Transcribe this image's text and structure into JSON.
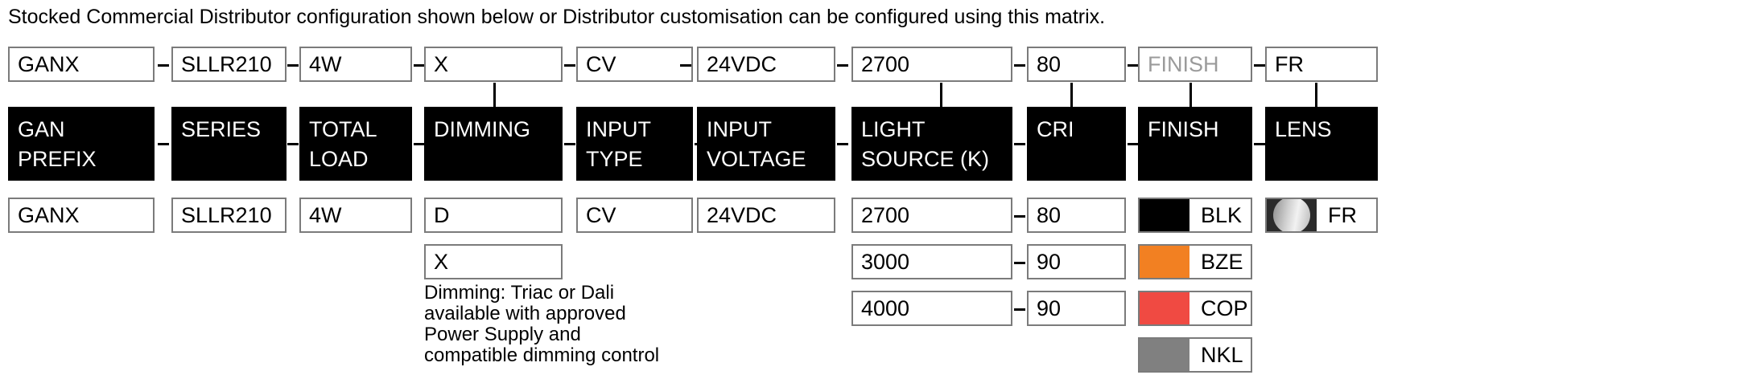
{
  "intro": {
    "text": "Stocked Commercial Distributor configuration shown below or Distributor customisation can be configured using this matrix."
  },
  "separator": {
    "dash": "–"
  },
  "example_row": {
    "name": "stocked-configuration-code",
    "segments": [
      {
        "name": "gan-prefix",
        "value": "GANX",
        "ghost": false
      },
      {
        "name": "series",
        "value": "SLLR210",
        "ghost": false
      },
      {
        "name": "total-load",
        "value": "4W",
        "ghost": false
      },
      {
        "name": "dimming",
        "value": "X",
        "ghost": false
      },
      {
        "name": "input-type",
        "value": "CV",
        "ghost": false
      },
      {
        "name": "input-voltage",
        "value": "24VDC",
        "ghost": false
      },
      {
        "name": "light-source",
        "value": "2700",
        "ghost": false
      },
      {
        "name": "cri",
        "value": "80",
        "ghost": false
      },
      {
        "name": "finish",
        "value": "FINISH",
        "ghost": true
      },
      {
        "name": "lens",
        "value": "FR",
        "ghost": false
      }
    ]
  },
  "header_row": {
    "name": "matrix-category-headers",
    "categories": [
      {
        "name": "gan-prefix",
        "label": "GAN\nPREFIX"
      },
      {
        "name": "series",
        "label": "SERIES"
      },
      {
        "name": "total-load",
        "label": "TOTAL\nLOAD"
      },
      {
        "name": "dimming",
        "label": "DIMMING"
      },
      {
        "name": "input-type",
        "label": "INPUT\nTYPE"
      },
      {
        "name": "input-voltage",
        "label": "INPUT\nVOLTAGE"
      },
      {
        "name": "light-source",
        "label": "LIGHT\nSOURCE (K)"
      },
      {
        "name": "cri",
        "label": "CRI"
      },
      {
        "name": "finish",
        "label": "FINISH"
      },
      {
        "name": "lens",
        "label": "LENS"
      }
    ]
  },
  "options": {
    "gan_prefix": [
      "GANX"
    ],
    "series": [
      "SLLR210"
    ],
    "total_load": [
      "4W"
    ],
    "dimming": [
      "D",
      "X"
    ],
    "input_type": [
      "CV"
    ],
    "input_voltage": [
      "24VDC"
    ],
    "light_source": [
      "2700",
      "3000",
      "4000"
    ],
    "cri": [
      "80",
      "90",
      "90"
    ],
    "finish": [
      {
        "code": "BLK",
        "color": "#000000"
      },
      {
        "code": "BZE",
        "color": "#F28022"
      },
      {
        "code": "COP",
        "color": "#F04A42"
      },
      {
        "code": "NKL",
        "color": "#808080"
      }
    ],
    "lens": [
      {
        "code": "FR",
        "icon": "frosted-lens-icon"
      }
    ]
  },
  "notes": {
    "dimming": "Dimming: Triac or Dali\navailable with approved\nPower Supply and\ncompatible dimming control"
  }
}
